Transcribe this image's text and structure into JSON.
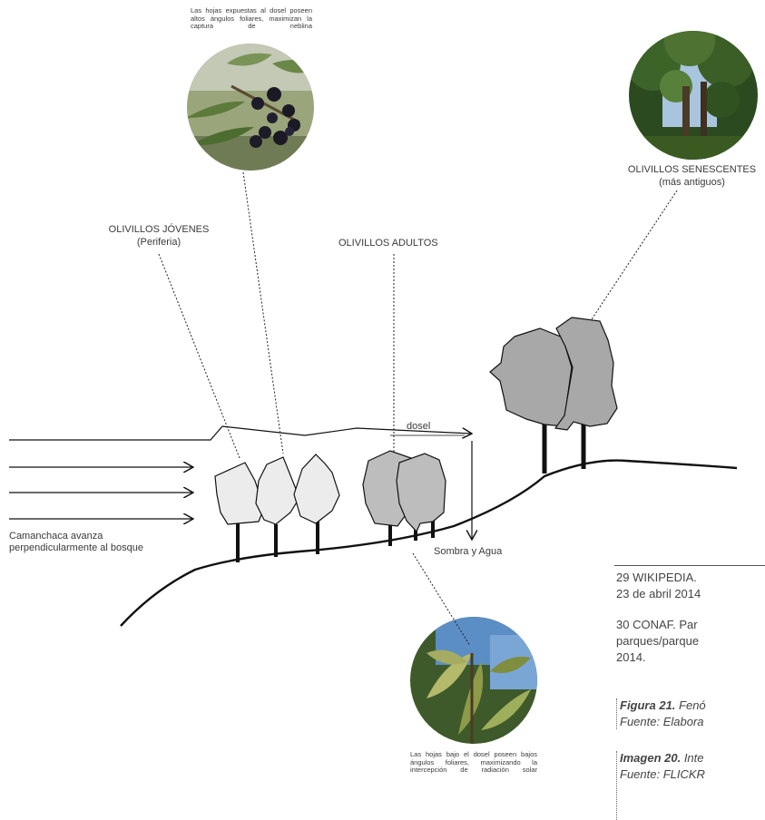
{
  "labels": {
    "jovenes_title": "OLIVILLOS JÓVENES",
    "jovenes_sub": "(Periferia)",
    "adultos_title": "OLIVILLOS ADULTOS",
    "senescentes_title": "OLIVILLOS SENESCENTES",
    "senescentes_sub": "(más antiguos)",
    "dosel": "dosel",
    "sombra": "Sombra y Agua",
    "camanchaca_1": "Camanchaca avanza",
    "camanchaca_2": "perpendicularmente al bosque"
  },
  "notes": {
    "top": "Las hojas expuestas al dosel poseen altos ángulos foliares, maximizan la captura de neblina",
    "bottom": "Las hojas bajo el dosel poseen bajos ángulos foliares, maximizando la intercepción de radiación solar"
  },
  "footnotes": {
    "n29_a": "29  WIKIPEDIA.",
    "n29_b": "23 de abril 2014",
    "n30_a": "30  CONAF. Par",
    "n30_b": "parques/parque",
    "n30_c": "2014."
  },
  "captions": {
    "fig21_label": "Figura 21.",
    "fig21_text": " Fenó",
    "fig21_source": "Fuente: Elabora",
    "img20_label": "Imagen 20.",
    "img20_text": " Inte",
    "img20_source": "Fuente: FLICKR"
  },
  "colors": {
    "young_fill": "#ececec",
    "adult_fill": "#bdbdbd",
    "old_fill": "#a8a8a8",
    "line": "#111111"
  },
  "icons": [
    "olive-berries-photo",
    "olive-leaves-photo",
    "forest-canopy-photo"
  ]
}
